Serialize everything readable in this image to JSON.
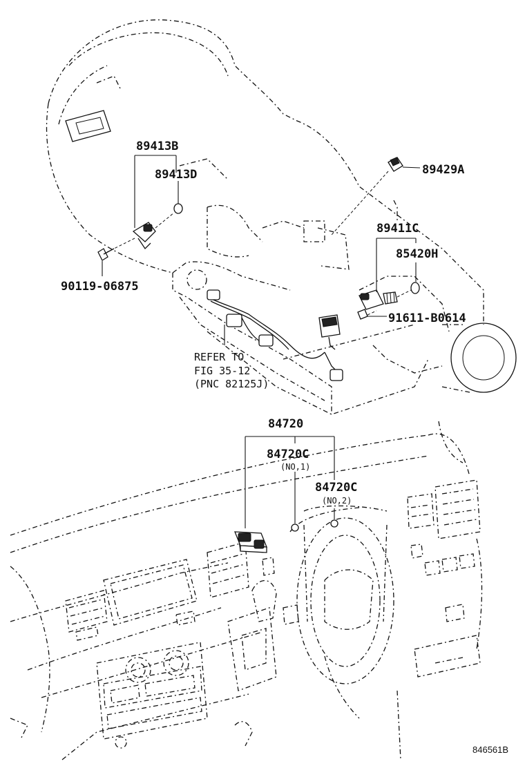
{
  "labels": {
    "p89413B": "89413B",
    "p89413D": "89413D",
    "p89429A": "89429A",
    "p89411C": "89411C",
    "p85420H": "85420H",
    "p90119": "90119-06875",
    "p91611": "91611-B0614",
    "ref_line1": "REFER TO",
    "ref_line2": "FIG 35-12",
    "ref_line3": "(PNC 82125J)",
    "p84720": "84720",
    "p84720C_1": "84720C",
    "p84720C_1_note": "(NO,1)",
    "p84720C_2": "84720C",
    "p84720C_2_note": "(NO,2)",
    "drawing_code": "846561B"
  }
}
